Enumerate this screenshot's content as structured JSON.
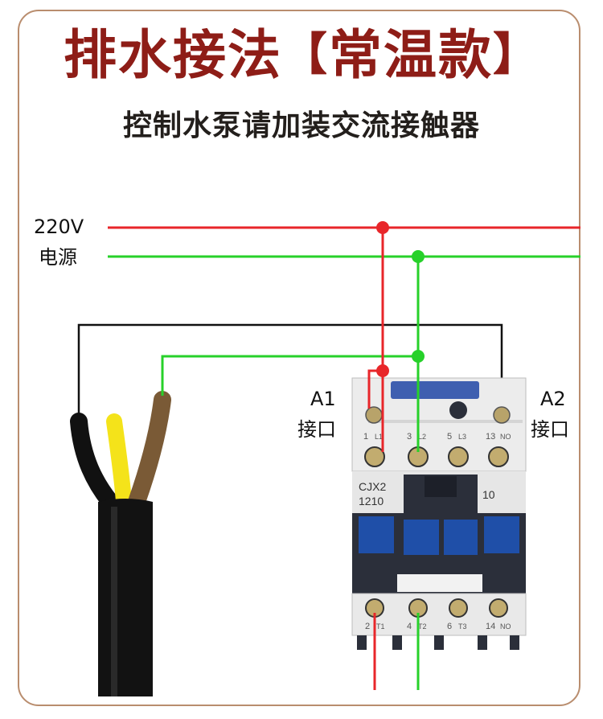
{
  "header": {
    "title_main": "排水接法",
    "title_open_bracket": "【",
    "title_mode": "常温款",
    "title_close_bracket": "】",
    "subtitle": "控制水泵请加装交流接触器"
  },
  "power": {
    "voltage": "220V",
    "label": "电源"
  },
  "coil_terminals": {
    "a1": {
      "name": "A1",
      "label": "接口"
    },
    "a2": {
      "name": "A2",
      "label": "接口"
    }
  },
  "contactor": {
    "model_line1": "CJX2",
    "model_line2": "1210",
    "aux_contact": "10",
    "top_terminals": [
      {
        "num": "1",
        "tag": "L1"
      },
      {
        "num": "3",
        "tag": "L2"
      },
      {
        "num": "5",
        "tag": "L3"
      },
      {
        "num": "13",
        "tag": "NO"
      }
    ],
    "bottom_terminals": [
      {
        "num": "2",
        "tag": "T1"
      },
      {
        "num": "4",
        "tag": "T2"
      },
      {
        "num": "6",
        "tag": "T3"
      },
      {
        "num": "14",
        "tag": "NO"
      }
    ]
  },
  "colors": {
    "title": "#8e1d17",
    "live_wire": "#e8262a",
    "neutral_wire": "#27d12a",
    "frame": "#b98d6e",
    "cable_black": "#111111",
    "cable_yellow": "#f4e31a",
    "cable_brown": "#7a5a36",
    "contactor_body": "#e8e8e8",
    "contactor_dark": "#2b2f3a",
    "contactor_blue": "#1f4fa8"
  }
}
